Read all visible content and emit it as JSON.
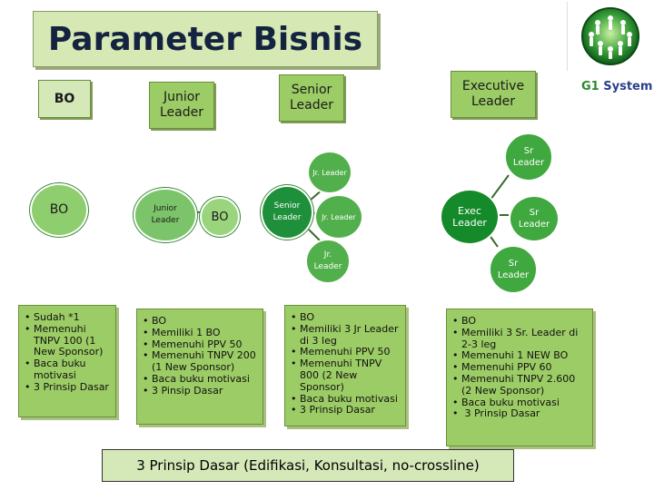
{
  "title": "Parameter Bisnis",
  "brand": {
    "prefix": "G1",
    "suffix": " System"
  },
  "levels": {
    "bo": "BO",
    "junior": "Junior\nLeader",
    "senior": "Senior\nLeader",
    "executive": "Executive\nLeader"
  },
  "circles": {
    "bo": "BO",
    "junior_main": "Junior\nLeader",
    "junior_child": "BO",
    "senior_main": "Senior\nLeader",
    "senior_top": "Jr. Leader",
    "senior_right": "Jr. Leader",
    "senior_bottom": "Jr.\nLeader",
    "exec_main": "Exec\nLeader",
    "exec_top": "Sr\nLeader",
    "exec_right": "Sr\nLeader",
    "exec_bottom": "Sr\nLeader"
  },
  "requirements": {
    "bo": [
      "Sudah *1",
      "Memenuhi TNPV 100 (1 New Sponsor)",
      "Baca buku motivasi",
      "3 Prinsip Dasar"
    ],
    "junior": [
      "BO",
      "Memiliki 1 BO",
      "Memenuhi PPV 50",
      "Memenuhi TNPV 200 (1 New Sponsor)",
      "Baca buku motivasi",
      "3 Pinsip Dasar"
    ],
    "senior": [
      "BO",
      "Memiliki 3 Jr Leader di 3 leg",
      "Memenuhi PPV 50",
      "Memenuhi TNPV 800 (2 New Sponsor)",
      "Baca buku motivasi",
      "3 Prinsip Dasar"
    ],
    "executive": [
      "BO",
      "Memiliki 3 Sr. Leader di 2-3 leg",
      "Memenuhi 1 NEW BO",
      "Memenuhi PPV 60",
      "Memenuhi TNPV 2.600 (2 New Sponsor)",
      "Baca buku motivasi",
      " 3 Prinsip Dasar"
    ]
  },
  "footer": "3 Prinsip Dasar (Edifikasi, Konsultasi, no-crossline)",
  "colors": {
    "green": "#9ccc65",
    "light_green": "#d5e8b8",
    "dark_green": "#158a2a",
    "title_text": "#14233f"
  }
}
